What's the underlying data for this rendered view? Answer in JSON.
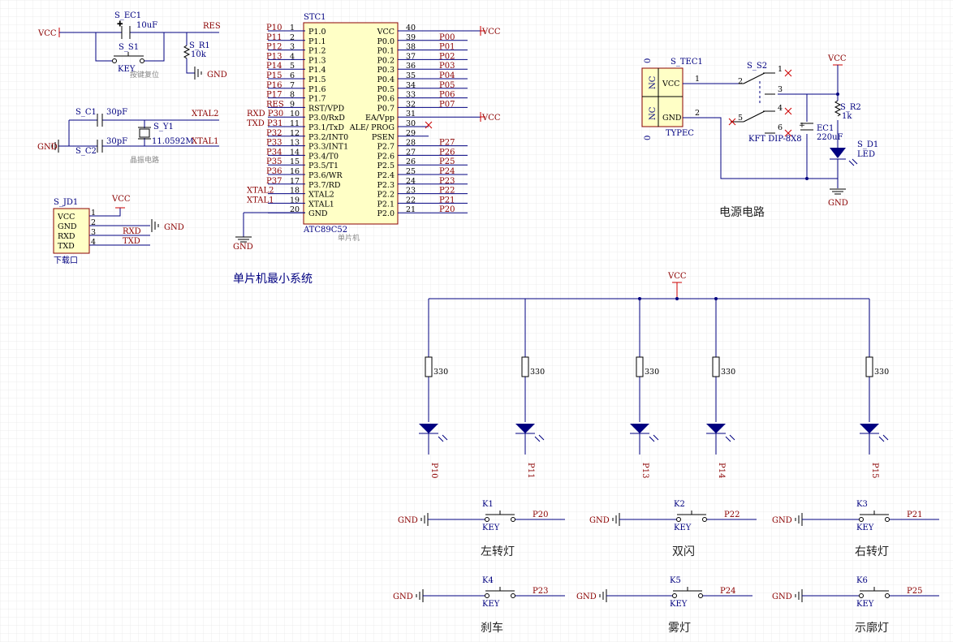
{
  "mcu": {
    "designator": "STC1",
    "part": "ATC89C52",
    "comment": "单片机",
    "left_pins": [
      {
        "num": "1",
        "name": "P1.0",
        "net": "P10"
      },
      {
        "num": "2",
        "name": "P1.1",
        "net": "P11"
      },
      {
        "num": "3",
        "name": "P1.2",
        "net": "P12"
      },
      {
        "num": "4",
        "name": "P1.3",
        "net": "P13"
      },
      {
        "num": "5",
        "name": "P1.4",
        "net": "P14"
      },
      {
        "num": "6",
        "name": "P1.5",
        "net": "P15"
      },
      {
        "num": "7",
        "name": "P1.6",
        "net": "P16"
      },
      {
        "num": "8",
        "name": "P1.7",
        "net": "P17"
      },
      {
        "num": "9",
        "name": "RST/VPD",
        "net": "RES"
      },
      {
        "num": "10",
        "name": "P3.0/RxD",
        "net": "RXD P30"
      },
      {
        "num": "11",
        "name": "P3.1/TxD",
        "net": "TXD P31"
      },
      {
        "num": "12",
        "name": "P3.2/INT0",
        "net": "P32"
      },
      {
        "num": "13",
        "name": "P3.3/INT1",
        "net": "P33"
      },
      {
        "num": "14",
        "name": "P3.4/T0",
        "net": "P34"
      },
      {
        "num": "15",
        "name": "P3.5/T1",
        "net": "P35"
      },
      {
        "num": "16",
        "name": "P3.6/WR",
        "net": "P36"
      },
      {
        "num": "17",
        "name": "P3.7/RD",
        "net": "P37"
      },
      {
        "num": "18",
        "name": "XTAL2",
        "net": "XTAL2"
      },
      {
        "num": "19",
        "name": "XTAL1",
        "net": "XTAL1"
      },
      {
        "num": "20",
        "name": "GND",
        "net": ""
      }
    ],
    "right_pins": [
      {
        "num": "40",
        "name": "VCC",
        "net": "VCC"
      },
      {
        "num": "39",
        "name": "P0.0",
        "net": "P00"
      },
      {
        "num": "38",
        "name": "P0.1",
        "net": "P01"
      },
      {
        "num": "37",
        "name": "P0.2",
        "net": "P02"
      },
      {
        "num": "36",
        "name": "P0.3",
        "net": "P03"
      },
      {
        "num": "35",
        "name": "P0.4",
        "net": "P04"
      },
      {
        "num": "34",
        "name": "P0.5",
        "net": "P05"
      },
      {
        "num": "33",
        "name": "P0.6",
        "net": "P06"
      },
      {
        "num": "32",
        "name": "P0.7",
        "net": "P07"
      },
      {
        "num": "31",
        "name": "EA/Vpp",
        "net": "VCC"
      },
      {
        "num": "30",
        "name": "ALE/ PROG",
        "net": ""
      },
      {
        "num": "29",
        "name": "PSEN",
        "net": ""
      },
      {
        "num": "28",
        "name": "P2.7",
        "net": "P27"
      },
      {
        "num": "27",
        "name": "P2.6",
        "net": "P26"
      },
      {
        "num": "26",
        "name": "P2.5",
        "net": "P25"
      },
      {
        "num": "25",
        "name": "P2.4",
        "net": "P24"
      },
      {
        "num": "24",
        "name": "P2.3",
        "net": "P23"
      },
      {
        "num": "23",
        "name": "P2.2",
        "net": "P22"
      },
      {
        "num": "22",
        "name": "P2.1",
        "net": "P21"
      },
      {
        "num": "21",
        "name": "P2.0",
        "net": "P20"
      }
    ],
    "gnd_label": "GND"
  },
  "reset": {
    "vcc": "VCC",
    "cap_des": "S_EC1",
    "cap_val": "10uF",
    "sw_des": "S_S1",
    "sw_val": "KEY",
    "res_net": "RES",
    "r_des": "S_R1",
    "r_val": "10k",
    "gnd": "GND",
    "caption": "按键复位"
  },
  "crystal": {
    "c1_des": "S_C1",
    "c1_val": "30pF",
    "c2_des": "S_C2",
    "c2_val": "30pF",
    "y_des": "S_Y1",
    "y_val": "11.0592M",
    "xtal2": "XTAL2",
    "xtal1": "XTAL1",
    "gnd": "GND",
    "caption": "晶振电路"
  },
  "header": {
    "designator": "S_JD1",
    "pins": [
      "VCC",
      "GND",
      "RXD",
      "TXD"
    ],
    "nums": [
      "1",
      "2",
      "3",
      "4"
    ],
    "vcc": "VCC",
    "gnd": "GND",
    "rxd": "RXD",
    "txd": "TXD",
    "caption": "下载口"
  },
  "power": {
    "conn_des": "S_TEC1",
    "conn_pin1": "VCC",
    "conn_pin2": "GND",
    "conn_type": "TYPEC",
    "nc": "NC",
    "zero": "0",
    "sw_des": "S_S2",
    "sw_part": "KFT DIP-8X8",
    "sw_pins": [
      "1",
      "2",
      "3",
      "4",
      "5",
      "6"
    ],
    "conn_nums": [
      "1",
      "2"
    ],
    "ec_des": "EC1",
    "ec_val": "220uF",
    "r_des": "S_R2",
    "r_val": "1k",
    "led_des": "S_D1",
    "led_val": "LED",
    "vcc": "VCC",
    "gnd": "GND",
    "caption": "电源电路"
  },
  "mcu_caption": "单片机最小系统",
  "leds": {
    "vcc": "VCC",
    "items": [
      {
        "r": "330",
        "net": "P10"
      },
      {
        "r": "330",
        "net": "P11"
      },
      {
        "r": "330",
        "net": "P13"
      },
      {
        "r": "330",
        "net": "P14"
      },
      {
        "r": "330",
        "net": "P15"
      }
    ]
  },
  "keys": [
    {
      "des": "K1",
      "val": "KEY",
      "net": "P20",
      "gnd": "GND",
      "caption": "左转灯"
    },
    {
      "des": "K2",
      "val": "KEY",
      "net": "P22",
      "gnd": "GND",
      "caption": "双闪"
    },
    {
      "des": "K3",
      "val": "KEY",
      "net": "P21",
      "gnd": "GND",
      "caption": "右转灯"
    },
    {
      "des": "K4",
      "val": "KEY",
      "net": "P23",
      "gnd": "GND",
      "caption": "刹车"
    },
    {
      "des": "K5",
      "val": "KEY",
      "net": "P24",
      "gnd": "GND",
      "caption": "雾灯"
    },
    {
      "des": "K6",
      "val": "KEY",
      "net": "P25",
      "gnd": "GND",
      "caption": "示廓灯"
    }
  ]
}
